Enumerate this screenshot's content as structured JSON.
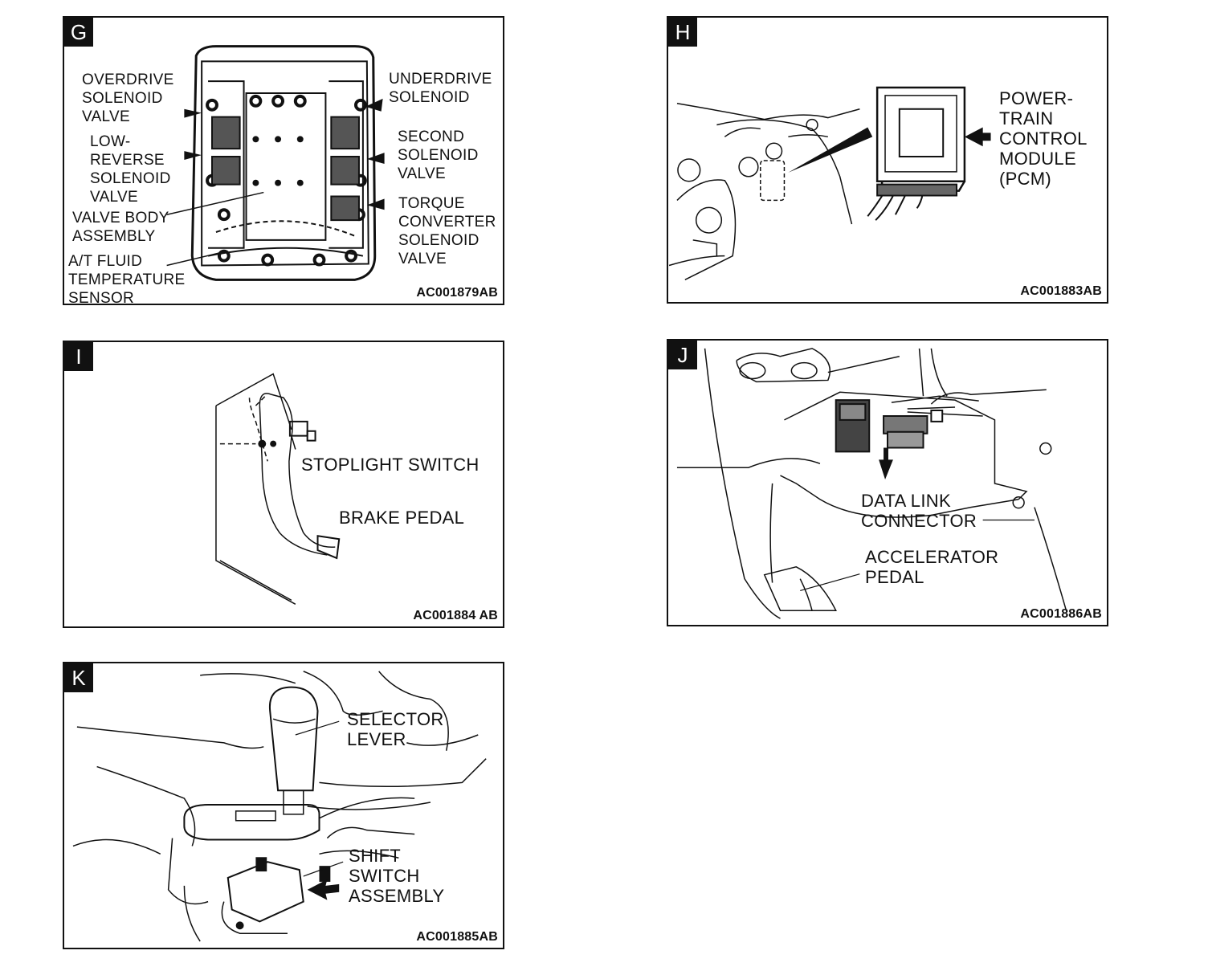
{
  "panels": {
    "g": {
      "letter": "G",
      "code": "AC001879AB",
      "labels": {
        "overdrive": [
          "OVERDRIVE",
          "SOLENOID",
          "VALVE"
        ],
        "low_reverse": [
          "LOW-",
          "REVERSE",
          "SOLENOID",
          "VALVE"
        ],
        "valve_body": [
          "VALVE BODY",
          "ASSEMBLY"
        ],
        "fluid_temp": [
          "A/T FLUID",
          "TEMPERATURE",
          "SENSOR"
        ],
        "underdrive": [
          "UNDERDRIVE",
          "SOLENOID"
        ],
        "second": [
          "SECOND",
          "SOLENOID",
          "VALVE"
        ],
        "torque": [
          "TORQUE",
          "CONVERTER",
          "SOLENOID",
          "VALVE"
        ]
      }
    },
    "h": {
      "letter": "H",
      "code": "AC001883AB",
      "labels": {
        "pcm": [
          "POWER-",
          "TRAIN",
          "CONTROL",
          "MODULE",
          "(PCM)"
        ]
      }
    },
    "i": {
      "letter": "I",
      "code": "AC001884 AB",
      "labels": {
        "stoplight": "STOPLIGHT SWITCH",
        "brake": "BRAKE PEDAL"
      }
    },
    "j": {
      "letter": "J",
      "code": "AC001886AB",
      "labels": {
        "dlc": [
          "DATA LINK",
          "CONNECTOR"
        ],
        "accel": [
          "ACCELERATOR",
          "PEDAL"
        ]
      }
    },
    "k": {
      "letter": "K",
      "code": "AC001885AB",
      "labels": {
        "selector": [
          "SELECTOR",
          "LEVER"
        ],
        "shift": [
          "SHIFT",
          "SWITCH",
          "ASSEMBLY"
        ]
      }
    }
  }
}
